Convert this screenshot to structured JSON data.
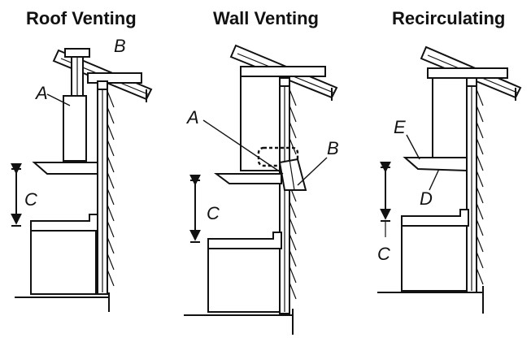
{
  "panels": [
    {
      "title": "Roof Venting",
      "labels": {
        "a": "A",
        "b": "B",
        "c": "C"
      }
    },
    {
      "title": "Wall Venting",
      "labels": {
        "a": "A",
        "b": "B",
        "c": "C"
      }
    },
    {
      "title": "Recirculating",
      "labels": {
        "e": "E",
        "d": "D",
        "c": "C"
      }
    }
  ]
}
